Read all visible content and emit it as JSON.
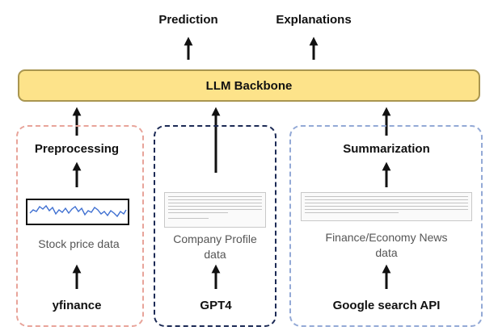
{
  "top": {
    "prediction": "Prediction",
    "explanations": "Explanations"
  },
  "backbone": {
    "label": "LLM Backbone"
  },
  "left": {
    "process": "Preprocessing",
    "data": "Stock price data",
    "source": "yfinance"
  },
  "middle": {
    "data": "Company Profile data",
    "source": "GPT4"
  },
  "right": {
    "process": "Summarization",
    "data": "Finance/Economy News data",
    "source": "Google search API"
  },
  "colors": {
    "backbone_fill": "#fde38a",
    "left_border": "#e8a49a",
    "middle_border": "#1c2a55",
    "right_border": "#93a9d6",
    "sparkline": "#3e6fd1"
  }
}
